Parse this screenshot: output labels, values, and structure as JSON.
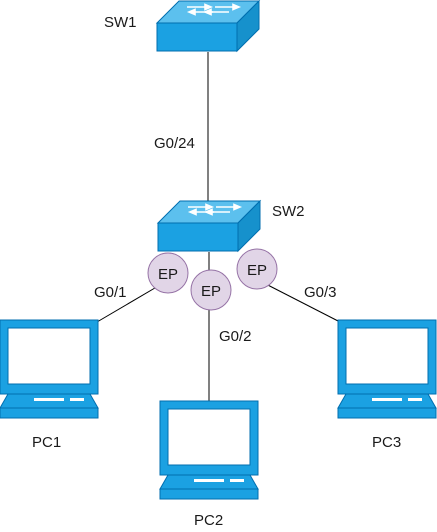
{
  "switches": {
    "sw1": {
      "label": "SW1"
    },
    "sw2": {
      "label": "SW2"
    }
  },
  "links": {
    "uplink": {
      "label": "G0/24"
    },
    "pc1": {
      "label": "G0/1"
    },
    "pc2": {
      "label": "G0/2"
    },
    "pc3": {
      "label": "G0/3"
    }
  },
  "endpoints": {
    "ep1": {
      "label": "EP"
    },
    "ep2": {
      "label": "EP"
    },
    "ep3": {
      "label": "EP"
    }
  },
  "pcs": {
    "pc1": {
      "label": "PC1"
    },
    "pc2": {
      "label": "PC2"
    },
    "pc3": {
      "label": "PC3"
    }
  },
  "colors": {
    "device_fill": "#1ba1e2",
    "device_stroke": "#006eaf",
    "ep_fill": "#e1d5e7",
    "ep_stroke": "#9673a6",
    "line": "#000000"
  },
  "icons": {
    "switch": "network-switch-icon",
    "pc": "desktop-computer-icon"
  }
}
